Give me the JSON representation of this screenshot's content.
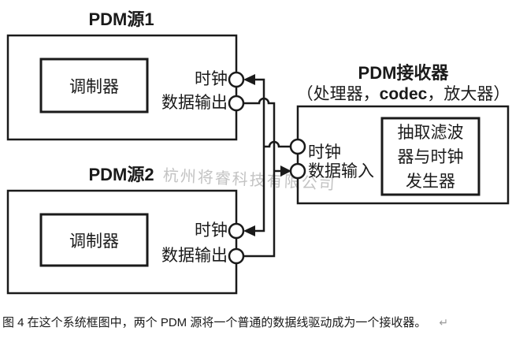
{
  "figure": {
    "source1": {
      "title": "PDM源1",
      "inner_label": "调制器",
      "ports": {
        "clock": "时钟",
        "data": "数据输出"
      }
    },
    "source2": {
      "title": "PDM源2",
      "inner_label": "调制器",
      "ports": {
        "clock": "时钟",
        "data": "数据输出"
      }
    },
    "receiver": {
      "title": "PDM接收器",
      "subtitle_prefix": "（处理器，",
      "subtitle_bold": "codec",
      "subtitle_suffix": "，放大器）",
      "inner_lines": {
        "line1": "抽取滤波",
        "line2": "器与时钟",
        "line3": "发生器"
      },
      "ports": {
        "clock": "时钟",
        "data": "数据输入"
      }
    },
    "watermark": "杭州将睿科技有限公司"
  },
  "caption": {
    "text": "图 4  在这个系统框图中，两个 PDM 源将一个普通的数据线驱动成为一个接收器。",
    "return_mark": "↵"
  },
  "colors": {
    "line": "#1a1a1a",
    "terminal_fill": "#ffffff",
    "watermark": "#c3c3c3",
    "return_mark": "#9a9a9a"
  }
}
